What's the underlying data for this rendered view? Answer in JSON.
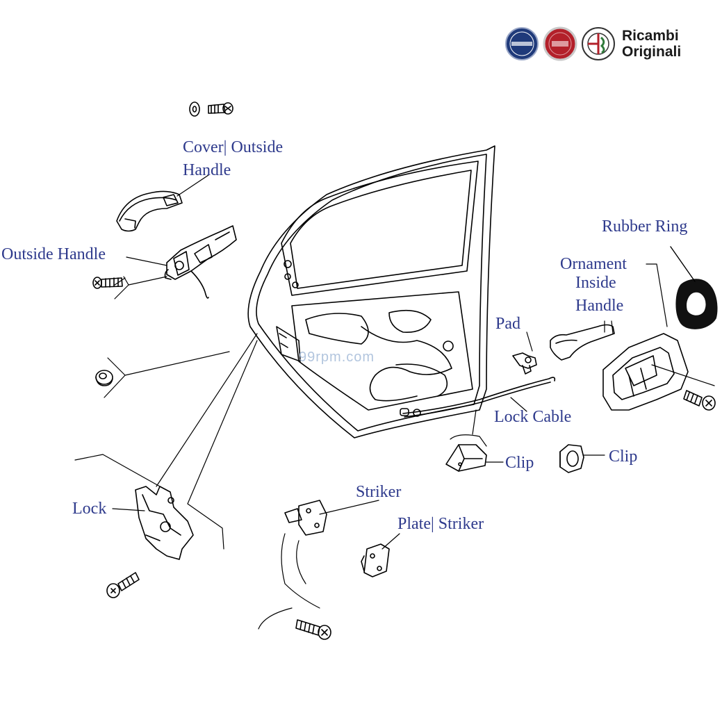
{
  "brand": {
    "line1": "Ricambi",
    "line2": "Originali",
    "logos": [
      {
        "text": "LANCIA",
        "color": "#1f3a7a"
      },
      {
        "text": "FIAT",
        "color": "#b3202a"
      },
      {
        "text": "ALFA ROMEO",
        "color": "#2f7a3a"
      }
    ]
  },
  "watermark": "99rpm.com",
  "labels": {
    "cover_outside_handle": "Cover| Outside",
    "cover_outside_handle_2": "Handle",
    "outside_handle": "Outside Handle",
    "rubber_ring": "Rubber Ring",
    "ornament_1": "Ornament",
    "ornament_2": "Inside",
    "ornament_3": "Handle",
    "pad": "Pad",
    "lock_cable": "Lock Cable",
    "clip_1": "Clip",
    "clip_2": "Clip",
    "lock": "Lock",
    "striker": "Striker",
    "plate_striker": "Plate| Striker"
  },
  "colors": {
    "label": "#2e3a8c",
    "line": "#000000"
  }
}
